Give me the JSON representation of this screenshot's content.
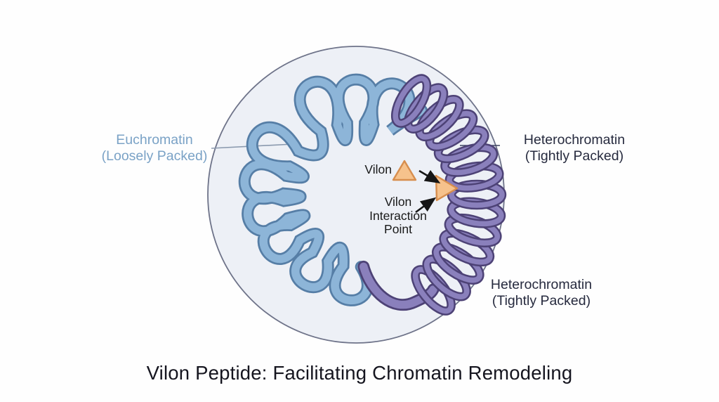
{
  "title": "Vilon Peptide: Facilitating Chromatin Remodeling",
  "labels": {
    "euchromatin": {
      "line1": "Euchromatin",
      "line2": "(Loosely Packed)"
    },
    "heterochromatin_top": {
      "line1": "Heterochromatin",
      "line2": "(Tightly Packed)"
    },
    "heterochromatin_bottom": {
      "line1": "Heterochromatin",
      "line2": "(Tightly Packed)"
    },
    "vilon": "Vilon",
    "interaction": {
      "line1": "Vilon",
      "line2": "Interaction",
      "line3": "Point"
    }
  },
  "icons": {
    "vilon_peptide": "orange-triangle",
    "interaction_point": "orange-triangle-rotated",
    "pointers": "black-arrows"
  },
  "colors": {
    "nucleus_fill": "#edf0f6",
    "nucleus_outline": "#6e7389",
    "euchromatin_strand": "#8db5d8",
    "euchromatin_outline": "#567ea6",
    "heterochromatin_strand": "#8a80bc",
    "heterochromatin_outline": "#4d4276",
    "vilon_triangle": "#f6c28c",
    "vilon_triangle_outline": "#d78e4e",
    "euchromatin_label_text": "#7aa2c6",
    "dark_label_text": "#262a3e"
  }
}
